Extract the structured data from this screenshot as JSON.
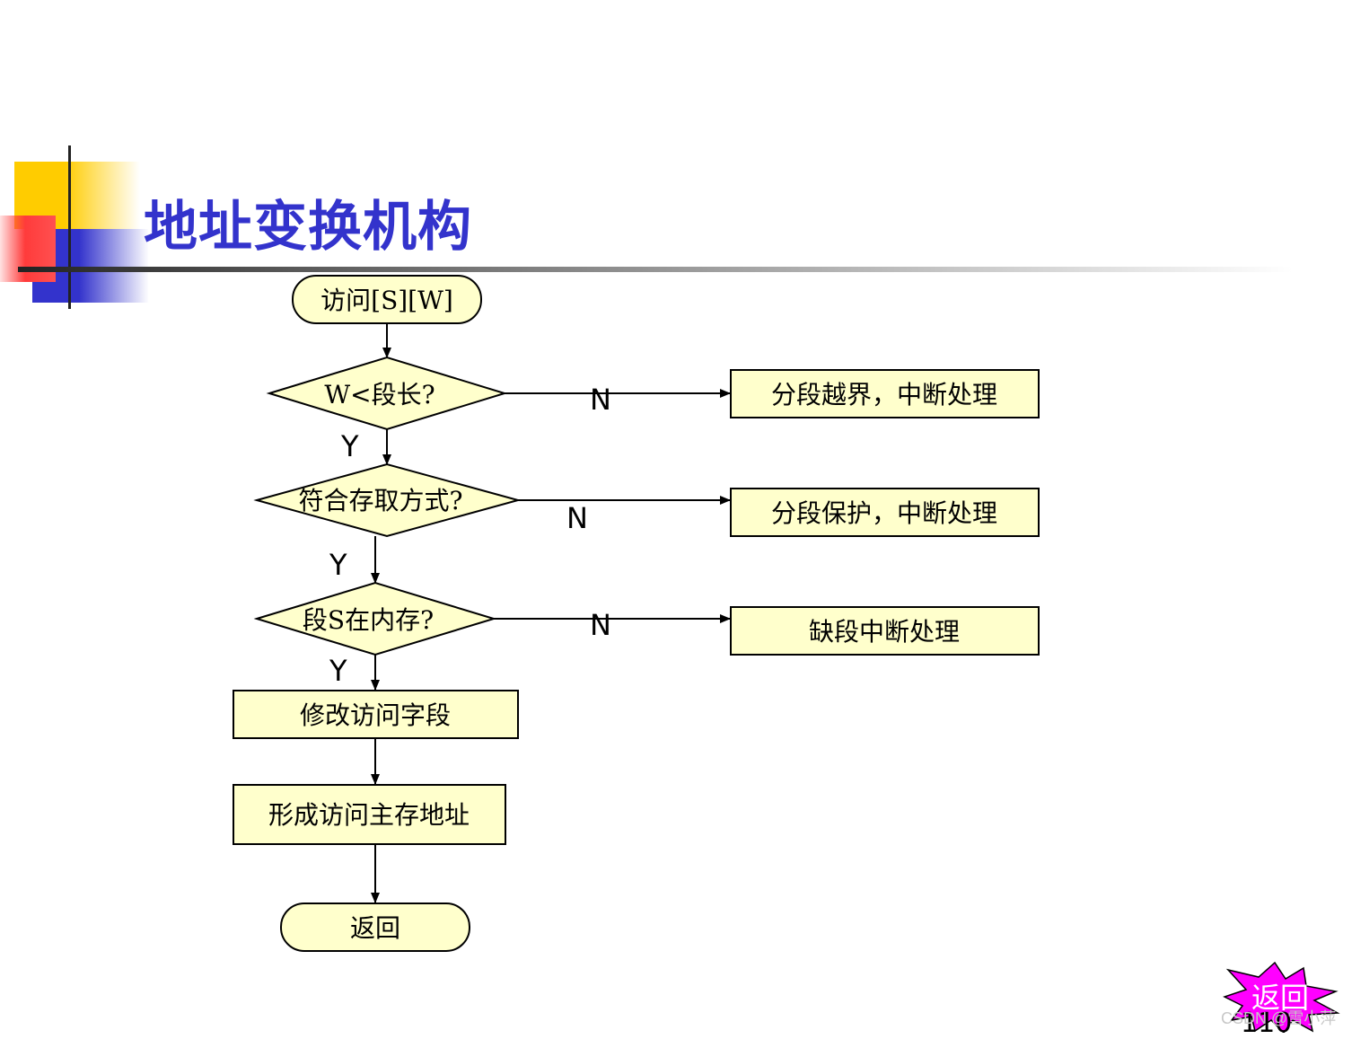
{
  "title": "地址变换机构",
  "colors": {
    "title": "#3333cc",
    "node_fill": "#ffffcc",
    "badge": "#ff00ff"
  },
  "flowchart": {
    "start": "访问[S][W]",
    "decision_1": "W<段长?",
    "decision_2": "符合存取方式?",
    "decision_3": "段S在内存?",
    "process_1": "修改访问字段",
    "process_2": "形成访问主存地址",
    "end": "返回",
    "outcome_1": "分段越界，中断处理",
    "outcome_2": "分段保护，中断处理",
    "outcome_3": "缺段中断处理",
    "yes": "Y",
    "no": "N"
  },
  "return_button": "返回",
  "page_number": "110",
  "watermark": "CSDN @雪小萍"
}
